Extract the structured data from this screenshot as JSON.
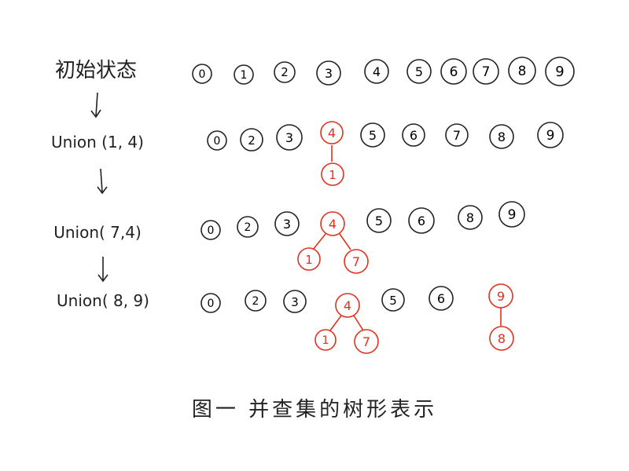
{
  "steps": [
    {
      "label": "初始状态"
    },
    {
      "label": "Union (1, 4)"
    },
    {
      "label": "Union( 7,4)"
    },
    {
      "label": "Union( 8, 9)"
    }
  ],
  "rows": [
    {
      "singles": [
        "0",
        "1",
        "2",
        "3",
        "4",
        "5",
        "6",
        "7",
        "8",
        "9"
      ],
      "trees": []
    },
    {
      "singles": [
        "0",
        "2",
        "3",
        "5",
        "6",
        "7",
        "8",
        "9"
      ],
      "trees": [
        {
          "root": "4",
          "children": [
            "1"
          ]
        }
      ]
    },
    {
      "singles": [
        "0",
        "2",
        "3",
        "5",
        "6",
        "8",
        "9"
      ],
      "trees": [
        {
          "root": "4",
          "children": [
            "1",
            "7"
          ]
        }
      ]
    },
    {
      "singles": [
        "0",
        "2",
        "3",
        "5",
        "6"
      ],
      "trees": [
        {
          "root": "4",
          "children": [
            "1",
            "7"
          ]
        },
        {
          "root": "9",
          "children": [
            "8"
          ]
        }
      ]
    }
  ],
  "caption": "图一 并查集的树形表示",
  "colors": {
    "ink": "#222222",
    "highlight": "#e0321c"
  }
}
